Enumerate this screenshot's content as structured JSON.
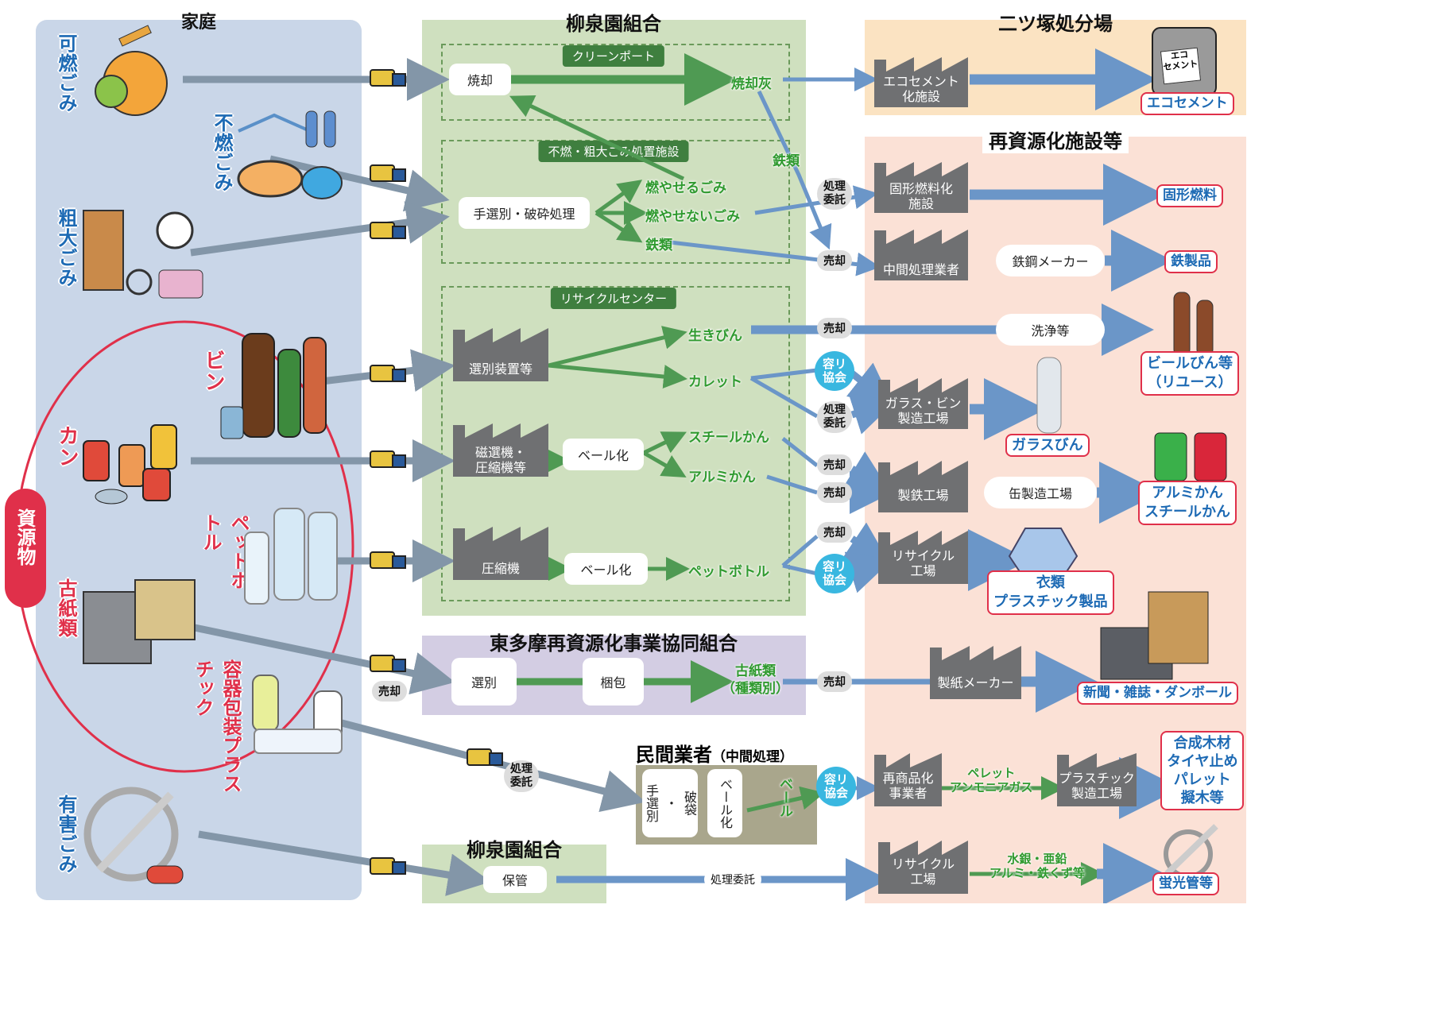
{
  "sections": {
    "household": "家庭",
    "ryusen_top": "柳泉園組合",
    "futatsuzuka": "二ツ塚処分場",
    "recycle_facilities": "再資源化施設等",
    "higashitama": "東多摩再資源化事業協同組合",
    "private_ops": "民間業者",
    "private_ops_sub": "（中間処理）",
    "ryusen_bottom": "柳泉園組合"
  },
  "waste_types": {
    "combustible": "可燃ごみ",
    "noncombustible": "不燃ごみ",
    "oversized": "粗大ごみ",
    "bottles": "ビン",
    "cans": "カン",
    "pet": "ペットボトル",
    "paper": "古紙類",
    "plastic": "容器包装プラスチック",
    "hazardous": "有害ごみ",
    "resources": "資源物"
  },
  "facility_tabs": {
    "clean_port": "クリーンポート",
    "noncomb_facility": "不燃・粗大ごみ処置施設",
    "recycle_center": "リサイクルセンター"
  },
  "process_boxes": {
    "incineration": "焼却",
    "hand_sort": "手選別・破砕処理",
    "sort_equipment": "選別装置等",
    "magnetic": "磁選機・\n圧縮機等",
    "bale_can": "ベール化",
    "compressor": "圧縮機",
    "bale_pet": "ベール化",
    "sort": "選別",
    "pack": "梱包",
    "hand_sort_v": "手選別",
    "dot": "・",
    "bag_break": "破袋",
    "bale_v": "ベール化",
    "storage": "保管",
    "steel_maker": "鉄鋼メーカー",
    "washing": "洗浄等",
    "can_factory": "缶製造工場"
  },
  "green_labels": {
    "ash": "焼却灰",
    "iron_v": "鉄類",
    "burnable": "燃やせるごみ",
    "nonburnable": "燃やせないごみ",
    "iron": "鉄類",
    "live_bottle": "生きびん",
    "cullet": "カレット",
    "steel_can": "スチールかん",
    "alu_can": "アルミかん",
    "pet_out": "ペットボトル",
    "paper_out": "古紙類\n（種類別）",
    "bale_out": "ベール",
    "pellet": "ペレット\nアンモニアガス",
    "mercury": "水銀・亜鉛\nアルミ・鉄くず等"
  },
  "facilities": {
    "eco_cement_fac": "エコセメント\n化施設",
    "solid_fuel_fac": "固形燃料化\n施設",
    "intermediate": "中間処理業者",
    "glass_factory": "ガラス・ビン\n製造工場",
    "steel_works": "製鉄工場",
    "recycle_factory": "リサイクル\n工場",
    "paper_maker": "製紙メーカー",
    "recommodity": "再商品化\n事業者",
    "plastic_factory": "プラスチック\n製造工場",
    "recycle_factory2": "リサイクル\n工場"
  },
  "ovals": {
    "outsource1": "処理\n委託",
    "sale1": "売却",
    "sale_bottle": "売却",
    "outsource_glass": "処理\n委託",
    "sale_steel": "売却",
    "sale_alu": "売却",
    "sale_pet": "売却",
    "sale_paper_in": "売却",
    "sale_paper_out": "売却",
    "outsource_plastic": "処理\n委託",
    "outsource_hazard": "処理委託"
  },
  "kyokai": {
    "cullet": "容リ\n協会",
    "pet": "容リ\n協会",
    "plastic": "容リ\n協会"
  },
  "products": {
    "eco_cement": "エコセメント",
    "eco_bag_label": "エコ\nセメント",
    "solid_fuel": "固形燃料",
    "steel_products": "鉄製品",
    "beer_bottles": "ビールびん等\n（リユース）",
    "glass_bottles": "ガラスびん",
    "alu_steel_cans": "アルミかん\nスチールかん",
    "clothing": "衣類\nプラスチック製品",
    "newspaper": "新聞・雑誌・ダンボール",
    "synthetic": "合成木材\nタイヤ止め\nパレット\n擬木等",
    "fluorescent": "蛍光管等"
  },
  "colors": {
    "household_bg": "#c9d6e8",
    "ryusen_bg": "#cfe0bf",
    "futatsuzuka_bg": "#fbe3c2",
    "recycle_bg": "#fbe1d6",
    "higashitama_bg": "#d3cde3",
    "private_bg": "#a9a68c",
    "arrow_blue": "#6b96c8",
    "arrow_green": "#4f9a53",
    "arrow_grey": "#8396a8",
    "factory_grey": "#6f7072",
    "accent_red": "#e0304a",
    "accent_blue": "#1d6ab4",
    "kyokai_cyan": "#39b7e0"
  }
}
